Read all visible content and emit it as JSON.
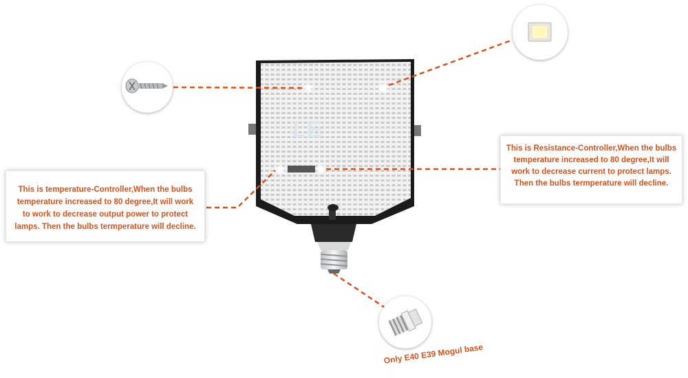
{
  "callouts": {
    "temperature_controller": {
      "lines": [
        "This is temperature-Controller,When the bulbs",
        "temperature increased to 80 degree,It will work",
        "to work to decrease output power to protect",
        "lamps. Then the bulbs termperature will decline."
      ]
    },
    "resistance_controller": {
      "lines": [
        "This is Resistance-Controller,When the bulbs",
        "temperature increased to 80 degree,It will",
        "work to decrease current to protect lamps.",
        "Then the bulbs termperature will decline."
      ]
    }
  },
  "base_caption": "Only E40 E39 Mogul base",
  "colors": {
    "accent": "#d2531f",
    "panel_frame": "#1b1b1b",
    "pcb": "#f2f2f2"
  },
  "icons": {
    "screw": "screw-icon",
    "led_chip": "led-chip-icon",
    "mogul_base": "mogul-base-icon"
  }
}
